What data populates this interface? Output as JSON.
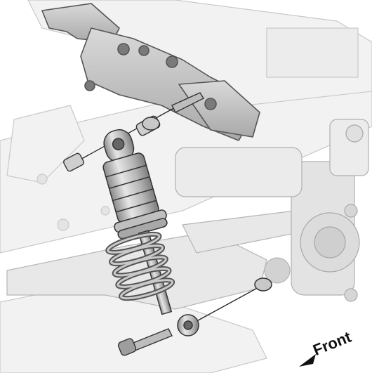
{
  "diagram": {
    "front_label": "Front",
    "colors": {
      "chassis_fill": "#f2f2f2",
      "chassis_stroke": "#c4c4c4",
      "part_light": "#dedede",
      "part_mid": "#bdbdbd",
      "part_dark": "#8f8f8f",
      "outline": "#3a3a3a",
      "guide_line": "#222222"
    },
    "parts": [
      "chassis-plate",
      "upper-shock-tower",
      "shock-absorber",
      "shock-spring",
      "lower-suspension-arm",
      "steering-knuckle",
      "wheel-hub",
      "upper-mounting-screw",
      "lower-mounting-screw",
      "ball-stud",
      "spacer-collar"
    ]
  }
}
